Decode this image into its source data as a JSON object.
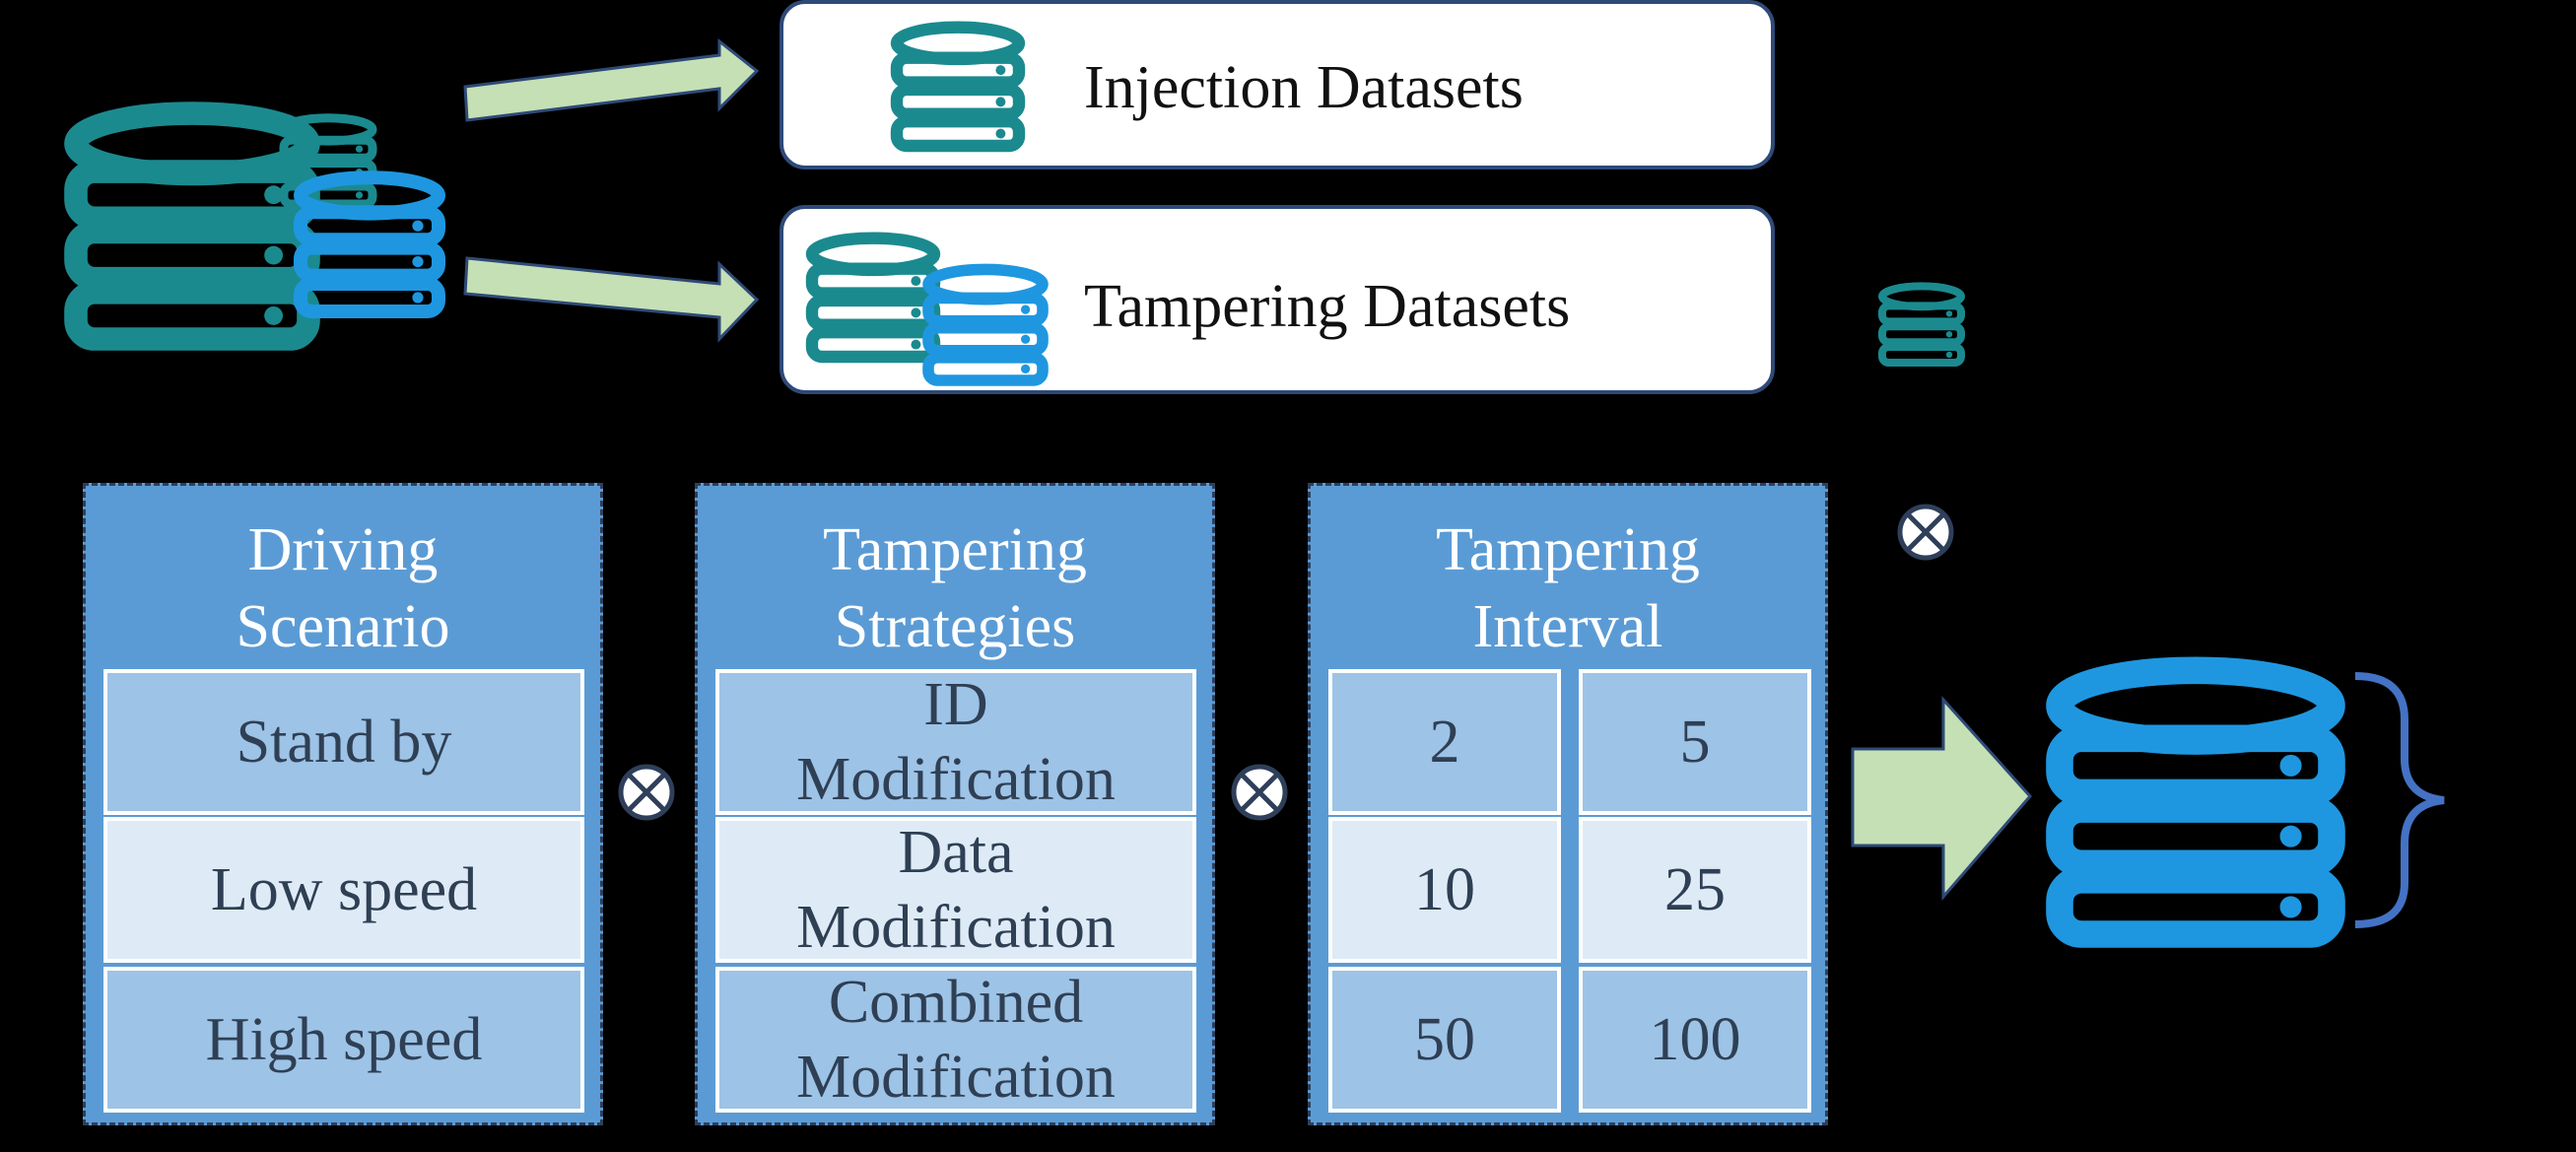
{
  "datasets": {
    "injection_label": "Injection Datasets",
    "tampering_label": "Tampering Datasets"
  },
  "panels": {
    "driving": {
      "title_line1": "Driving",
      "title_line2": "Scenario",
      "rows": [
        "Stand by",
        "Low speed",
        "High speed"
      ]
    },
    "strategies": {
      "title_line1": "Tampering",
      "title_line2": "Strategies",
      "rows": [
        {
          "line1": "ID",
          "line2": "Modification"
        },
        {
          "line1": "Data",
          "line2": "Modification"
        },
        {
          "line1": "Combined",
          "line2": "Modification"
        }
      ]
    },
    "interval": {
      "title_line1": "Tampering",
      "title_line2": "Interval",
      "values": [
        "2",
        "5",
        "10",
        "25",
        "50",
        "100"
      ]
    }
  },
  "icons": {
    "database": "database-icon",
    "operator": "otimes-icon",
    "arrow": "arrow-right-icon",
    "brace": "right-brace-icon"
  },
  "colors": {
    "background": "#000000",
    "teal": "#1b8a8f",
    "blue": "#1e97e0",
    "panel": "#5b9bd5",
    "cell_dark": "#9dc3e6",
    "cell_light": "#deebf7",
    "arrow_fill": "#c5e0b4",
    "box_border": "#2e4a78",
    "brace": "#4472c4"
  }
}
